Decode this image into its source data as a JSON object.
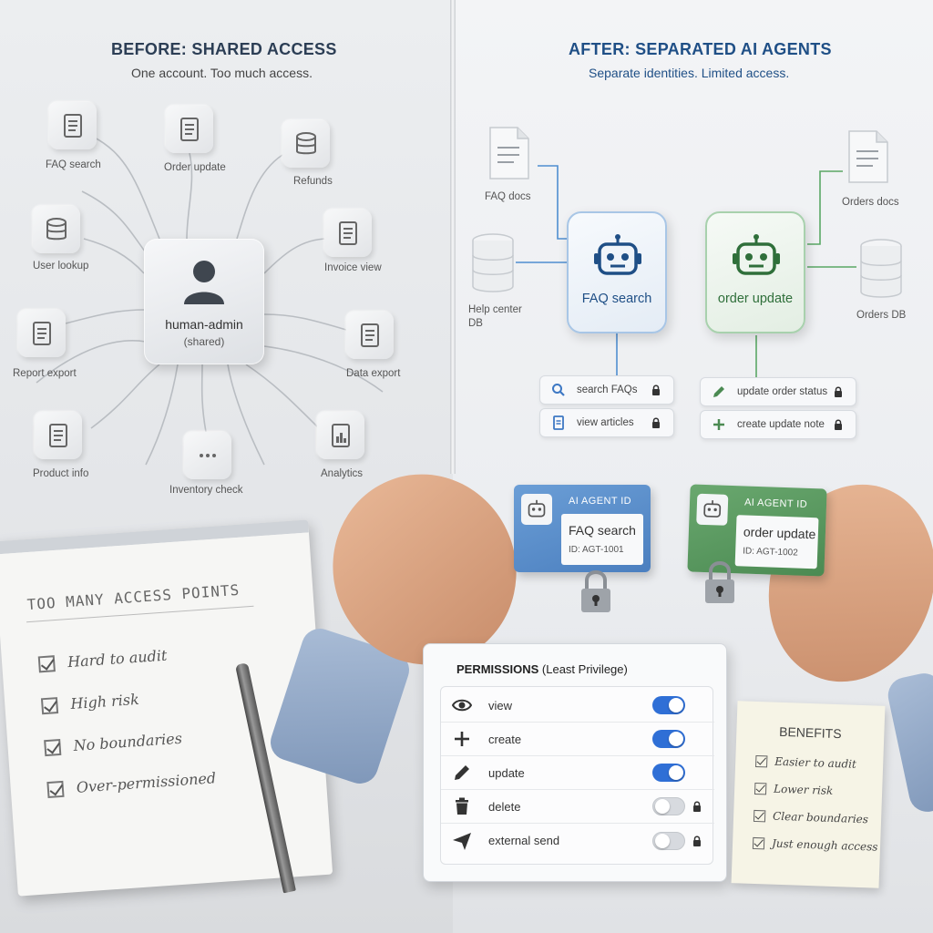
{
  "before": {
    "title": "BEFORE: SHARED ACCESS",
    "subtitle": "One account. Too much access.",
    "hub": {
      "name": "human-admin",
      "role": "(shared)"
    },
    "nodes": [
      {
        "label": "FAQ search",
        "icon": "document-icon"
      },
      {
        "label": "Order update",
        "icon": "document-icon"
      },
      {
        "label": "Refunds",
        "icon": "database-icon"
      },
      {
        "label": "User lookup",
        "icon": "database-icon"
      },
      {
        "label": "Invoice view",
        "icon": "document-icon"
      },
      {
        "label": "Report export",
        "icon": "document-icon"
      },
      {
        "label": "Data export",
        "icon": "document-icon"
      },
      {
        "label": "Product info",
        "icon": "document-icon"
      },
      {
        "label": "Inventory check",
        "icon": "ellipsis-icon"
      },
      {
        "label": "Analytics",
        "icon": "chart-icon"
      }
    ],
    "notepad": {
      "heading": "TOO MANY ACCESS POINTS",
      "items": [
        "Hard to audit",
        "High risk",
        "No boundaries",
        "Over-permissioned"
      ]
    }
  },
  "after": {
    "title": "AFTER: SEPARATED AI AGENTS",
    "subtitle": "Separate identities.  Limited access.",
    "resources": {
      "faq_docs": "FAQ docs",
      "help_center_db": "Help center DB",
      "orders_docs": "Orders docs",
      "orders_db": "Orders DB"
    },
    "agents": {
      "faq": {
        "name": "FAQ search",
        "color": "#1f4f86"
      },
      "order": {
        "name": "order update",
        "color": "#2f6f3a"
      }
    },
    "faq_permissions": [
      "search FAQs",
      "view articles"
    ],
    "order_permissions": [
      "update order status",
      "create update note"
    ],
    "id_cards": [
      {
        "header": "AI AGENT ID",
        "name": "FAQ search",
        "id": "ID: AGT-1001",
        "color": "#4b7fbf"
      },
      {
        "header": "AI AGENT ID",
        "name": "order update",
        "id": "ID: AGT-1002",
        "color": "#4b8a52"
      }
    ],
    "permissions_panel": {
      "title_strong": "PERMISSIONS",
      "title_rest": " (Least Privilege)",
      "rows": [
        {
          "label": "view",
          "enabled": true,
          "icon": "eye-icon"
        },
        {
          "label": "create",
          "enabled": true,
          "icon": "plus-icon"
        },
        {
          "label": "update",
          "enabled": true,
          "icon": "pencil-icon"
        },
        {
          "label": "delete",
          "enabled": false,
          "icon": "trash-icon"
        },
        {
          "label": "external send",
          "enabled": false,
          "icon": "send-icon"
        }
      ]
    },
    "benefits": {
      "heading": "BENEFITS",
      "items": [
        "Easier to audit",
        "Lower risk",
        "Clear boundaries",
        "Just enough access"
      ]
    }
  },
  "colors": {
    "blue_accent": "#2f6fd6",
    "faq_blue": "#4b7fbf",
    "order_green": "#4b8a52"
  }
}
